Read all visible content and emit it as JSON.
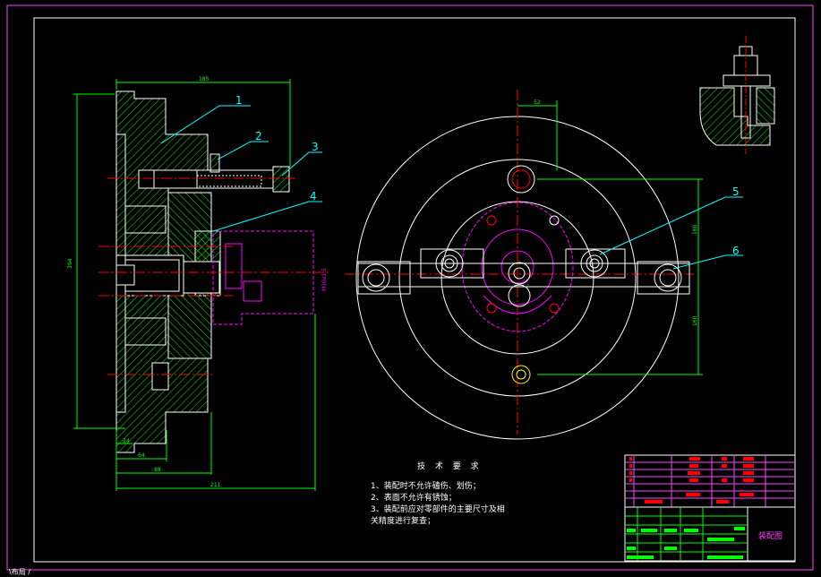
{
  "drawing": {
    "balloons": [
      "1",
      "2",
      "3",
      "4",
      "5",
      "6"
    ],
    "dimensions": {
      "top_width": "185",
      "left_height": "394",
      "bottom_a": "24",
      "bottom_b": "64",
      "bottom_c": "88",
      "bottom_total": "211",
      "radial": "52",
      "right_upper": "160",
      "right_lower": "160",
      "side_label": "M10x1.5"
    },
    "tech_requirements": {
      "title": "技 术 要 求",
      "lines": [
        "1、装配时不允许磕伤、划伤；",
        "2、表面不允许有锈蚀；",
        "3、装配前应对零部件的主要尺寸及相",
        "关精度进行复查；"
      ]
    },
    "title_block": {
      "name": "装配图"
    },
    "status_tab": "\\布局 /"
  },
  "colors": {
    "background": "#000000",
    "outline": "#ffffff",
    "hatch": "#00ff00",
    "centerline": "#ff0000",
    "dimension": "#00ff00",
    "leader": "#00ffff",
    "hidden": "#ff00ff",
    "bolt": "#ffff00"
  }
}
